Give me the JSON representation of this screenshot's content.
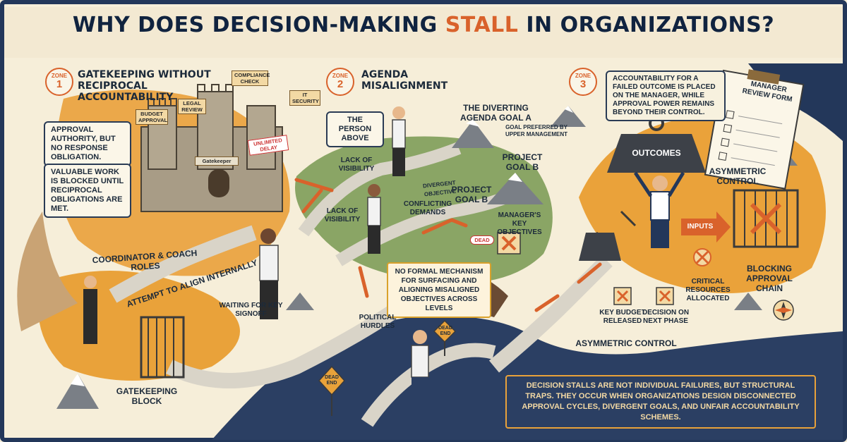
{
  "title": {
    "prefix": "WHY DOES DECISION-MAKING ",
    "highlight": "STALL",
    "suffix": " IN ORGANIZATIONS?"
  },
  "zones": [
    {
      "label": "ZONE",
      "number": "1",
      "heading": "GATEKEEPING WITHOUT RECIPROCAL ACCOUNTABILITY"
    },
    {
      "label": "ZONE",
      "number": "2",
      "heading": "AGENDA MISALIGNMENT"
    },
    {
      "label": "ZONE",
      "number": "3",
      "heading": ""
    }
  ],
  "zone1": {
    "castle_signs": [
      "COMPLIANCE CHECK",
      "BUDGET APPROVAL",
      "LEGAL REVIEW",
      "IT SECURITY",
      "Gatekeeper"
    ],
    "delay_tag": "UNLIMITED DELAY",
    "box_approval": "APPROVAL AUTHORITY, BUT NO RESPONSE OBLIGATION.",
    "box_blocked": "VALUABLE WORK IS BLOCKED UNTIL RECIPROCAL OBLIGATIONS ARE MET.",
    "coordinator": "COORDINATOR & COACH ROLES",
    "align": "ATTEMPT TO ALIGN INTERNALLY",
    "waiting": "WAITING FOR KEY SIGNOFF",
    "gatekeeping": "GATEKEEPING BLOCK"
  },
  "zone2": {
    "person_above": "THE PERSON ABOVE",
    "diverting": "THE DIVERTING AGENDA GOAL A",
    "goal_pref": "GOAL PREFERRED BY UPPER MANAGEMENT",
    "lack1": "LACK OF VISIBILITY",
    "divergent": "DIVERGENT OBJECTIVE",
    "projectB1": "PROJECT GOAL B",
    "projectB2": "PROJECT GOAL B",
    "conflicting": "CONFLICTING DEMANDS",
    "lack2": "LACK OF VISIBILITY",
    "managers": "MANAGER'S KEY OBJECTIVES",
    "dead_small": "DEAD",
    "no_formal": "NO FORMAL MECHANISM FOR SURFACING AND ALIGNING MISALIGNED OBJECTIVES ACROSS LEVELS",
    "political": "POLITICAL HURDLES",
    "dead_end": "DEAD END"
  },
  "zone3": {
    "note": "ACCOUNTABILITY FOR A FAILED OUTCOME IS PLACED ON THE MANAGER, WHILE APPROVAL POWER REMAINS BEYOND THEIR CONTROL.",
    "form_title": "MANAGER REVIEW FORM",
    "outcomes": "OUTCOMES",
    "asym_top": "ASYMMETRIC CONTROL",
    "inputs": "INPUTS",
    "blocking": "BLOCKING APPROVAL CHAIN",
    "critical": "CRITICAL RESOURCES ALLOCATED",
    "key_budget": "KEY BUDGET RELEASED",
    "decision": "DECISION ON NEXT PHASE",
    "asym_bottom": "ASYMMETRIC CONTROL"
  },
  "conclusion": "DECISION STALLS ARE NOT INDIVIDUAL FAILURES, BUT STRUCTURAL TRAPS. THEY OCCUR WHEN ORGANIZATIONS DESIGN DISCONNECTED APPROVAL CYCLES, DIVERGENT GOALS, AND UNFAIR ACCOUNTABILITY SCHEMES.",
  "colors": {
    "navy": "#23375a",
    "orange": "#d9622b",
    "gold": "#e9a23a",
    "green": "#7d9a55",
    "cream": "#f6eed9"
  }
}
